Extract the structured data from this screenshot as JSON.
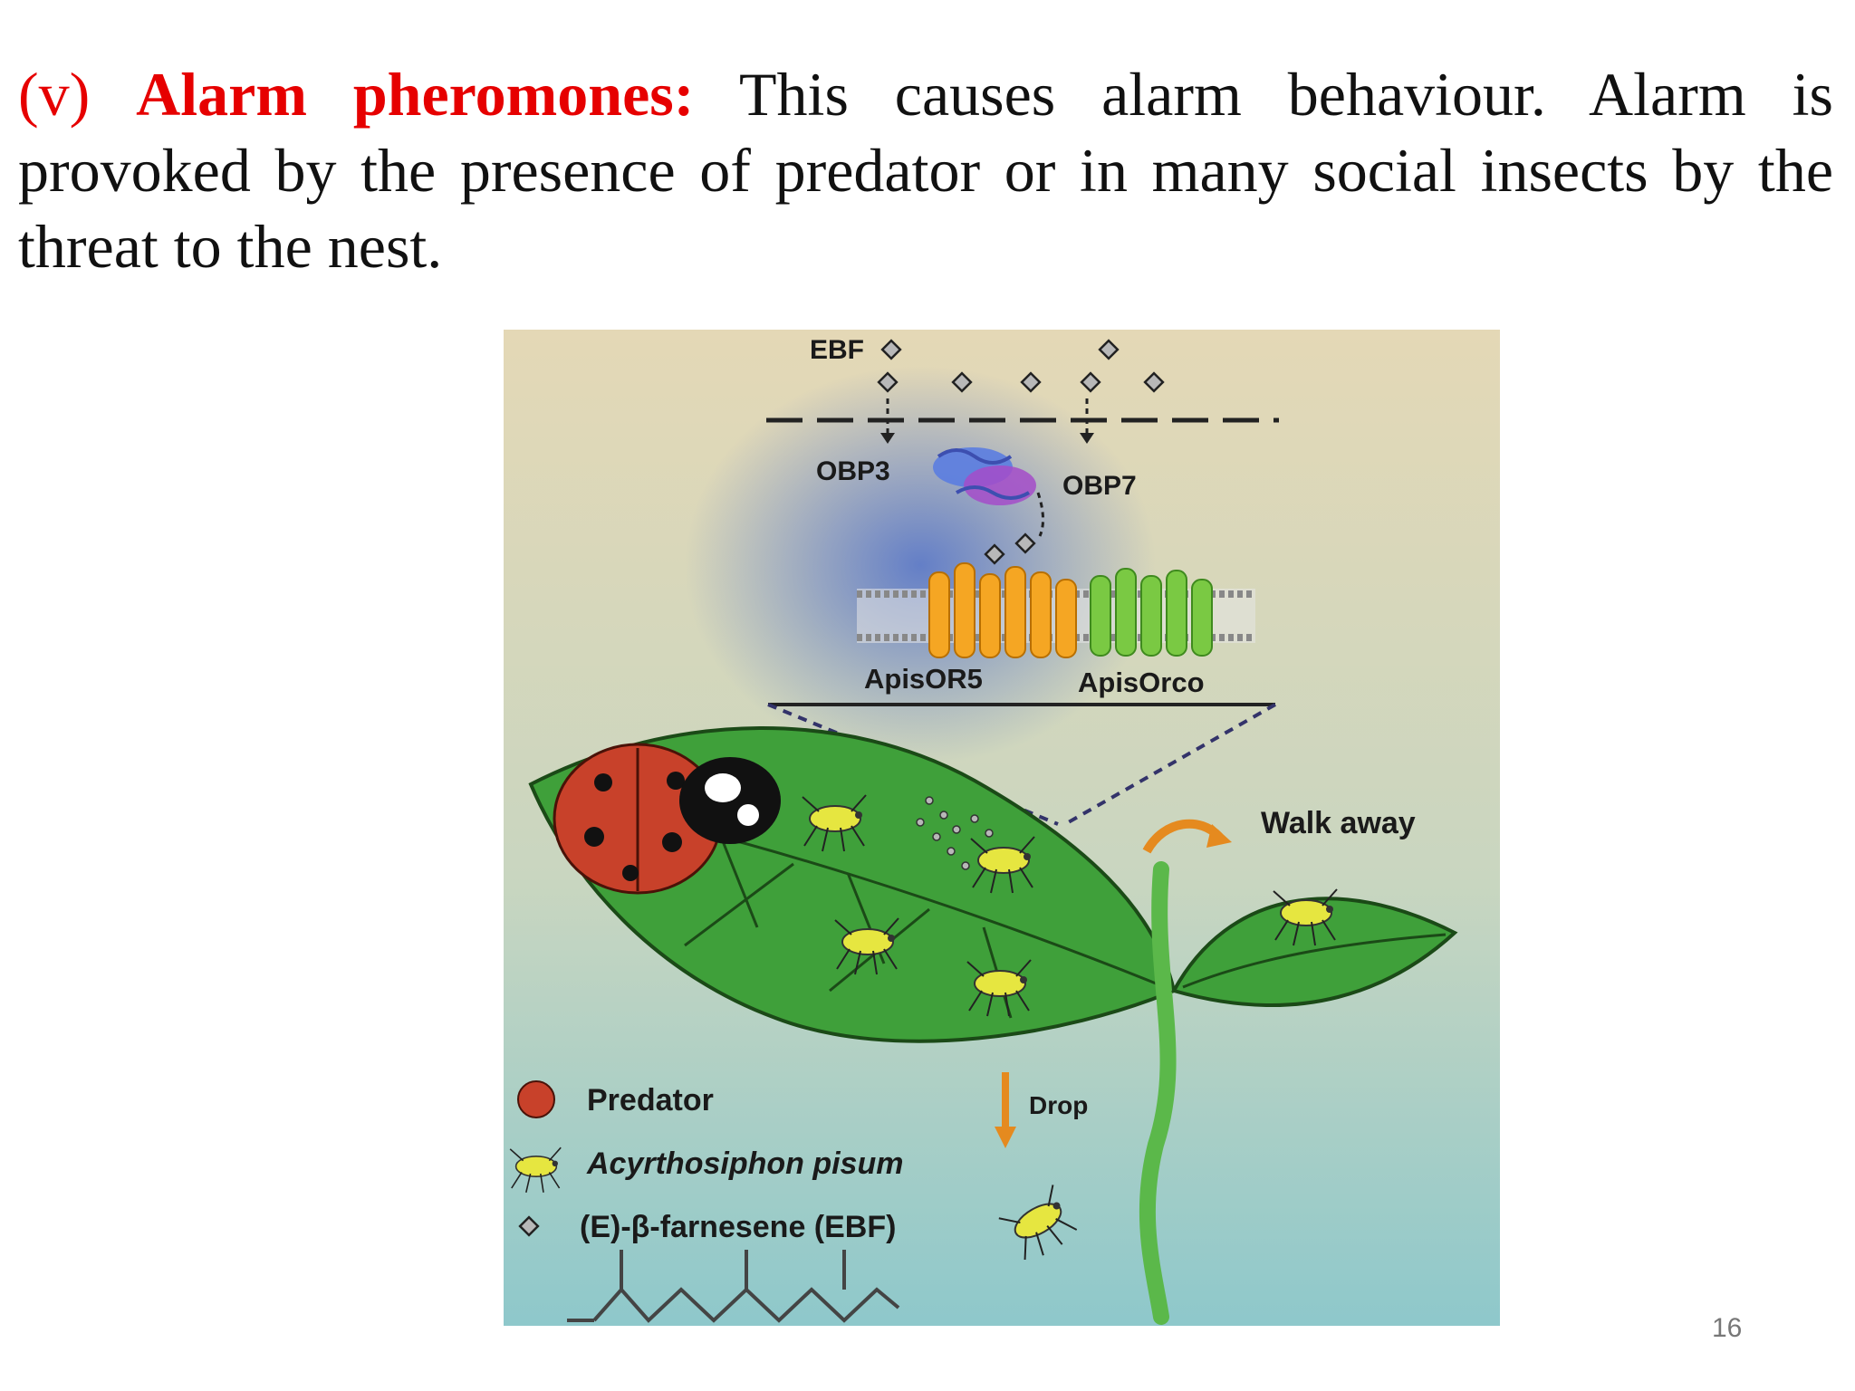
{
  "paragraph": {
    "lead": "(v) ",
    "term": "Alarm pheromones:",
    "body": " This causes alarm behaviour. Alarm is provoked by the presence of predator or in many social insects by the threat to the nest."
  },
  "figure": {
    "ebf": "EBF",
    "obp3": "OBP3",
    "obp7": "OBP7",
    "apisor5": "ApisOR5",
    "apisorco": "ApisOrco",
    "walk_away": "Walk away",
    "drop": "Drop",
    "legend": {
      "predator": "Predator",
      "aphid": "Acyrthosiphon pisum",
      "ebf": "(E)-β-farnesene (EBF)"
    },
    "colors": {
      "ladybird": "#c8412a",
      "leaf": "#3fa03a",
      "aphid": "#e6e640",
      "or5": "#f5a623",
      "orco": "#7ac943"
    }
  },
  "slide_number": "16"
}
